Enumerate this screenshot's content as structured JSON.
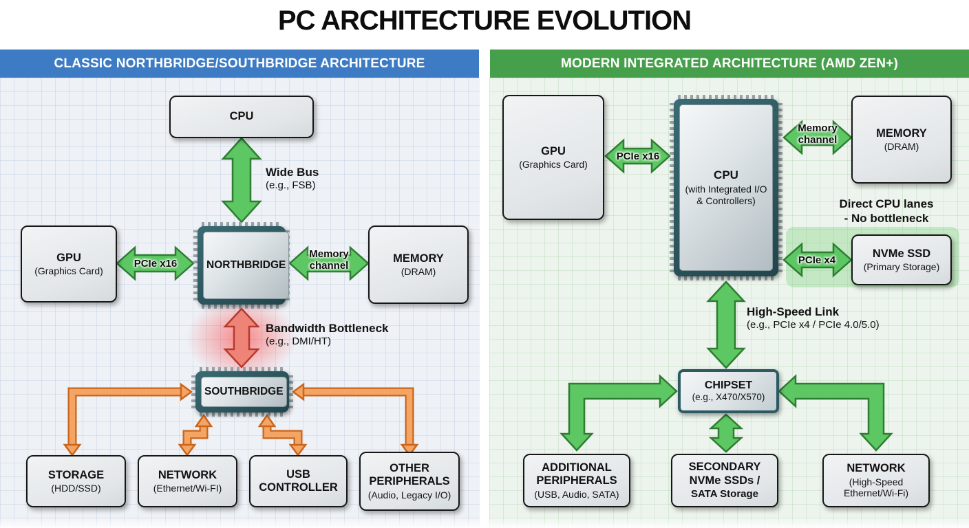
{
  "title": "PC ARCHITECTURE EVOLUTION",
  "left": {
    "header": "CLASSIC NORTHBRIDGE/SOUTHBRIDGE ARCHITECTURE",
    "nodes": {
      "cpu": {
        "title": "CPU"
      },
      "gpu": {
        "title": "GPU",
        "subtitle": "(Graphics Card)"
      },
      "northbridge": {
        "title": "NORTHBRIDGE"
      },
      "memory": {
        "title": "MEMORY",
        "subtitle": "(DRAM)"
      },
      "southbridge": {
        "title": "SOUTHBRIDGE"
      },
      "storage": {
        "title": "STORAGE",
        "subtitle": "(HDD/SSD)"
      },
      "network": {
        "title": "NETWORK",
        "subtitle": "(Ethernet/Wi-FI)"
      },
      "usb": {
        "title": "USB CONTROLLER"
      },
      "other": {
        "title": "OTHER PERIPHERALS",
        "subtitle": "(Audio, Legacy I/O)"
      }
    },
    "labels": {
      "wide_bus_title": "Wide Bus",
      "wide_bus_sub": "(e.g., FSB)",
      "pcie16": "PCIe x16",
      "memory_channel": "Memory channel",
      "bottleneck_title": "Bandwidth Bottleneck",
      "bottleneck_sub": "(e.g., DMI/HT)"
    }
  },
  "right": {
    "header": "MODERN INTEGRATED ARCHITECTURE (AMD ZEN+)",
    "nodes": {
      "gpu": {
        "title": "GPU",
        "subtitle": "(Graphics Card)"
      },
      "cpu": {
        "title": "CPU",
        "subtitle": "(with Integrated I/O & Controllers)"
      },
      "memory": {
        "title": "MEMORY",
        "subtitle": "(DRAM)"
      },
      "nvme": {
        "title": "NVMe SSD",
        "subtitle": "(Primary Storage)"
      },
      "chipset": {
        "title": "CHIPSET",
        "subtitle": "(e.g., X470/X570)"
      },
      "additional": {
        "title": "ADDITIONAL PERIPHERALS",
        "subtitle": "(USB, Audio, SATA)"
      },
      "secondary": {
        "title": "SECONDARY NVMe SSDs /",
        "subtitle": "SATA Storage"
      },
      "network": {
        "title": "NETWORK",
        "subtitle": "(High-Speed Ethernet/Wi-Fi)"
      }
    },
    "labels": {
      "pcie16": "PCIe x16",
      "memory_channel": "Memory channel",
      "direct_line1": "Direct CPU lanes",
      "direct_line2": "- No bottleneck",
      "pcie4": "PCIe x4",
      "hsl_title": "High-Speed Link",
      "hsl_sub": "(e.g., PCIe x4 / PCIe 4.0/5.0)"
    }
  },
  "colors": {
    "left_header_bg": "#3d7cc4",
    "right_header_bg": "#46a04b",
    "green_arrow": "#5dc763",
    "green_arrow_border": "#2e7d32",
    "orange_arrow": "#f4a463",
    "orange_arrow_border": "#c9651c",
    "red_arrow": "#ee8478",
    "red_arrow_border": "#b63a2c"
  }
}
